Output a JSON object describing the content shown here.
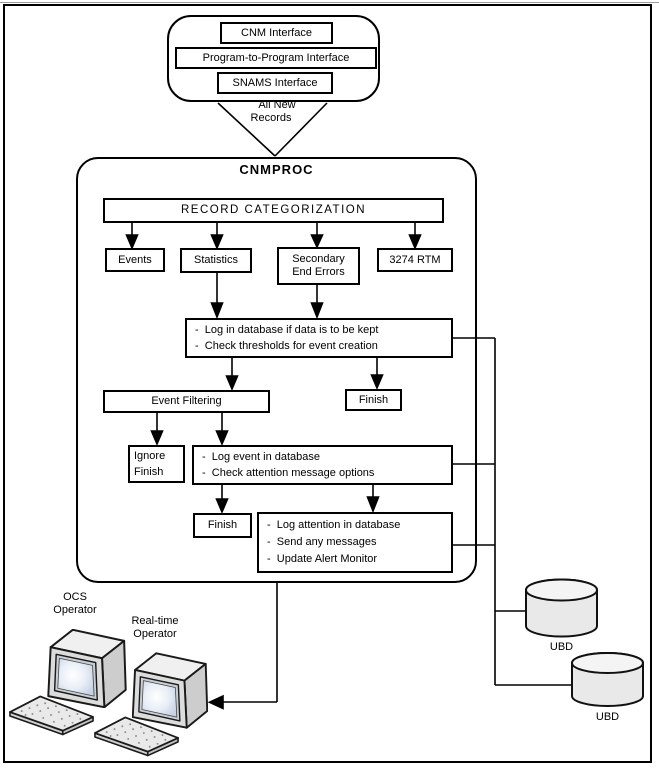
{
  "colors": {
    "line": "#000000",
    "background": "#ffffff",
    "box_background": "#ffffff",
    "monitor_body": "#dbdbdb",
    "screen_tint": "#dde6f3"
  },
  "interfaces": {
    "cnm": "CNM Interface",
    "ptp": "Program-to-Program Interface",
    "snams": "SNAMS Interface"
  },
  "funnel": {
    "line1": "All New",
    "line2": "Records"
  },
  "cnmproc": {
    "title": "CNMPROC",
    "record_categorization": "RECORD CATEGORIZATION",
    "events": "Events",
    "statistics": "Statistics",
    "secondary_line1": "Secondary",
    "secondary_line2": "End Errors",
    "rtm": "3274 RTM",
    "action1_line1": "-  Log in database if data is to be kept",
    "action1_line2": "-  Check thresholds for event creation",
    "event_filtering": "Event Filtering",
    "finish1": "Finish",
    "ignore_line1": "Ignore",
    "ignore_line2": "Finish",
    "action2_line1": "-  Log event in database",
    "action2_line2": "-  Check attention message options",
    "finish2": "Finish",
    "action3_line1": "-  Log attention in database",
    "action3_line2": "-  Send any messages",
    "action3_line3": "-  Update Alert Monitor"
  },
  "operators": {
    "ocs_line1": "OCS",
    "ocs_line2": "Operator",
    "rt_line1": "Real-time",
    "rt_line2": "Operator"
  },
  "databases": {
    "ubd_top": "UBD",
    "ubd_bottom": "UBD"
  }
}
